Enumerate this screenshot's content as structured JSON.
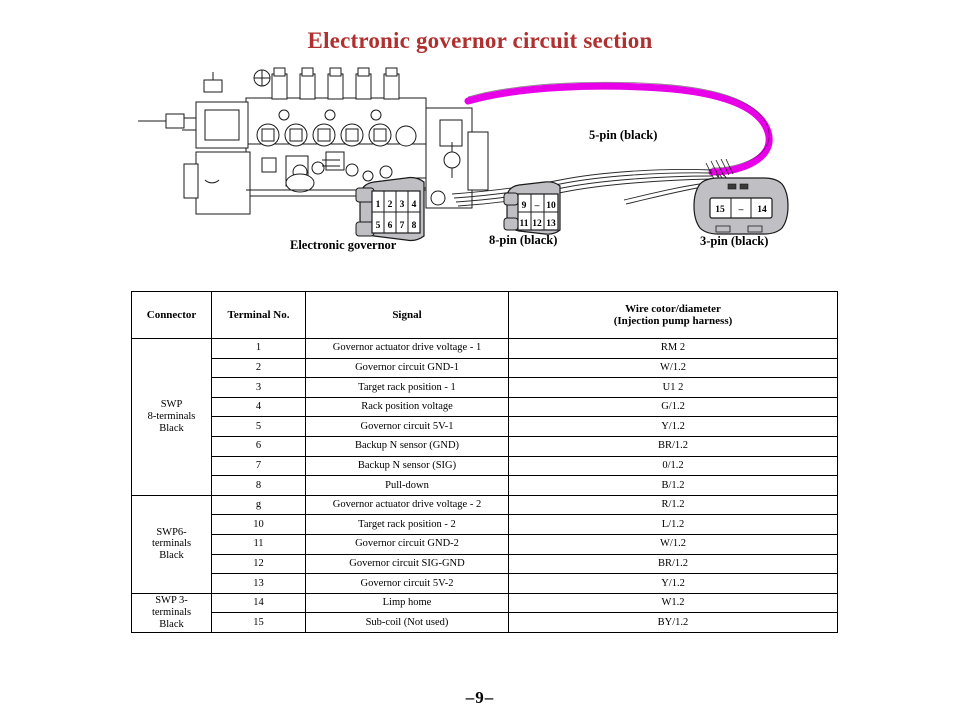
{
  "document": {
    "title": "Electronic governor circuit section",
    "page_number": "–9–",
    "title_color": "#b03030"
  },
  "figure": {
    "harness_color": "#E800E8",
    "labels": {
      "five_pin": "5-pin (black)",
      "eight_pin": "8-pin (black)",
      "three_pin": "3-pin (black)",
      "governor": "Electronic governor"
    },
    "connectors": {
      "eight_pin_pins": {
        "top": [
          "1",
          "2",
          "3",
          "4"
        ],
        "bottom": [
          "5",
          "6",
          "7",
          "8"
        ]
      },
      "five_pin_pins": {
        "top": [
          "9",
          "–",
          "10"
        ],
        "bottom": [
          "11",
          "12",
          "13"
        ]
      },
      "three_pin_pins": {
        "row": [
          "15",
          "–",
          "14"
        ]
      }
    }
  },
  "table": {
    "headers": {
      "connector": "Connector",
      "terminal": "Terminal No.",
      "signal": "Signal",
      "wire_line1": "Wire cotor/diameter",
      "wire_line2": "(Injection pump harness)"
    },
    "groups": [
      {
        "connector_lines": [
          "SWP",
          "8-terminals",
          "Black"
        ],
        "rows": [
          {
            "terminal": "1",
            "signal": "Governor actuator drive voltage - 1",
            "wire": "RM 2"
          },
          {
            "terminal": "2",
            "signal": "Governor circuit GND-1",
            "wire": "W/1.2"
          },
          {
            "terminal": "3",
            "signal": "Target rack position - 1",
            "wire": "U1 2"
          },
          {
            "terminal": "4",
            "signal": "Rack position voltage",
            "wire": "G/1.2"
          },
          {
            "terminal": "5",
            "signal": "Governor circuit 5V-1",
            "wire": "Y/1.2"
          },
          {
            "terminal": "6",
            "signal": "Backup N sensor (GND)",
            "wire": "BR/1.2"
          },
          {
            "terminal": "7",
            "signal": "Backup N sensor (SIG)",
            "wire": "0/1.2"
          },
          {
            "terminal": "8",
            "signal": "Pull-down",
            "wire": "B/1.2"
          }
        ]
      },
      {
        "connector_lines": [
          "SWP6-",
          "terminals",
          "Black"
        ],
        "rows": [
          {
            "terminal": "g",
            "signal": "Governor actuator drive voltage - 2",
            "wire": "R/1.2"
          },
          {
            "terminal": "10",
            "signal": "Target rack position - 2",
            "wire": "L/1.2"
          },
          {
            "terminal": "11",
            "signal": "Governor circuit GND-2",
            "wire": "W/1.2"
          },
          {
            "terminal": "12",
            "signal": "Governor circuit SIG-GND",
            "wire": "BR/1.2"
          },
          {
            "terminal": "13",
            "signal": "Governor circuit 5V-2",
            "wire": "Y/1.2"
          }
        ]
      },
      {
        "connector_lines": [
          "SWP 3-",
          "terminals",
          "Black"
        ],
        "rows": [
          {
            "terminal": "14",
            "signal": "Limp home",
            "wire": "W1.2"
          },
          {
            "terminal": "15",
            "signal": "Sub-coil (Not used)",
            "wire": "BY/1.2"
          }
        ]
      }
    ]
  }
}
